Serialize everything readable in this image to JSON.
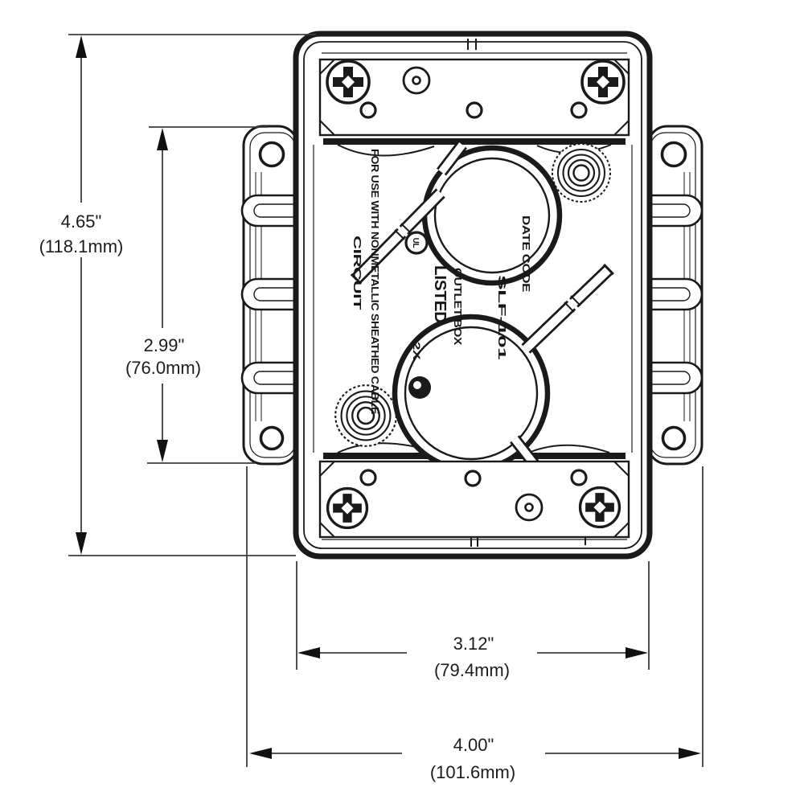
{
  "dimensions": {
    "overall_height_in": "4.65\"",
    "overall_height_mm": "(118.1mm)",
    "flange_height_in": "2.99\"",
    "flange_height_mm": "(76.0mm)",
    "body_width_in": "3.12\"",
    "body_width_mm": "(79.4mm)",
    "overall_width_in": "4.00\"",
    "overall_width_mm": "(101.6mm)"
  },
  "markings": {
    "use_statement": "FOR USE WITH NONMETALLIC SHEATHED CABLE",
    "circuit": "CIRCUIT",
    "listed": "LISTED",
    "outlet_box": "OUTLET BOX",
    "model": "SLF-101",
    "date_code": "DATE CODE",
    "qty": "2X",
    "ul_mark": "UL"
  },
  "colors": {
    "ink": "#1a1a1a",
    "dimension_line": "#3d3d3d",
    "background": "#ffffff"
  }
}
